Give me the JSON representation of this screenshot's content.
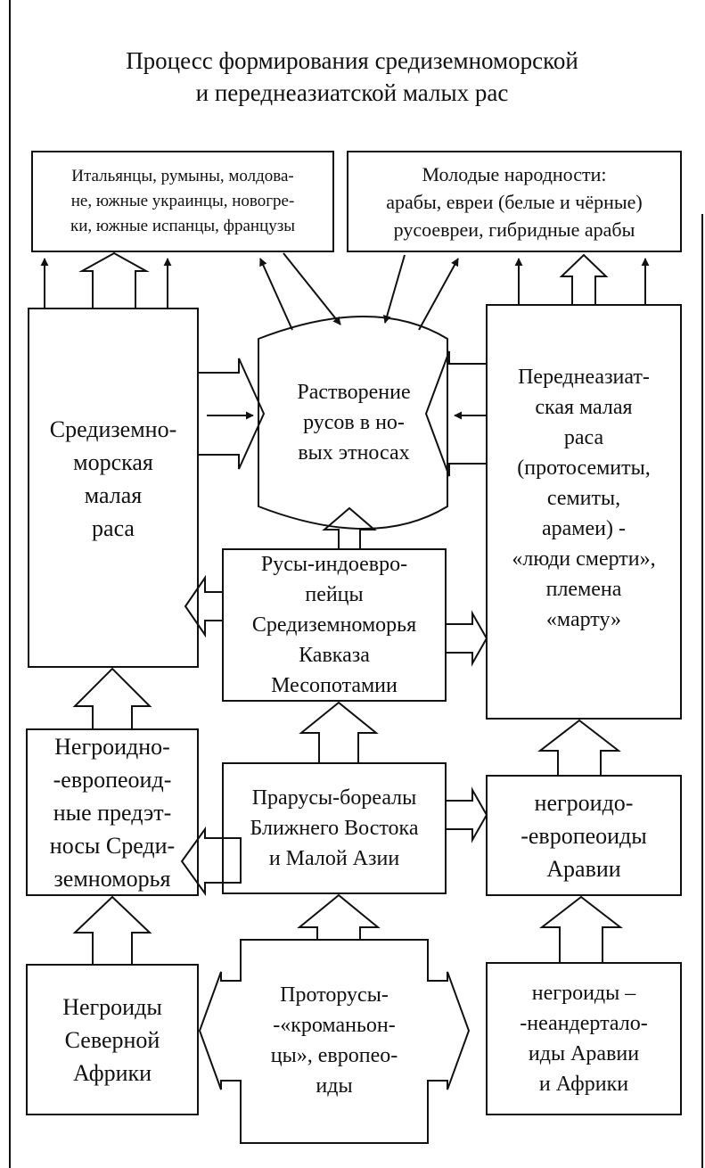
{
  "title": {
    "line1": "Процесс формирования средиземноморской",
    "line2": "и переднеазиатской малых рас"
  },
  "nodes": {
    "peoples_west": "Итальянцы, румыны, молдова-\nне, южные украинцы, новогре-\nки, южные испанцы, французы",
    "peoples_east": "Молодые народности:\nарабы, евреи (белые и чёрные)\nрусоевреи,  гибридные арабы",
    "mediterranean_race": "Средиземно-\nморская\nмалая\nраса",
    "dissolution": "Растворение\nрусов в но-\nвых этносах",
    "near_eastern_race": "Переднеазиат-\nская малая\nраса\n(протосемиты,\nсемиты,\nарамеи) -\n«люди смерти»,\nплемена\n«марту»",
    "rusy_indoeuropeans": "Русы-индоевро-\nпейцы\nСредиземноморья\nКавказа\nМесопотамии",
    "negroid_europeoid_pre_ethnoses": "Негроидно-\n-европеоид-\nные предэт-\nносы Среди-\nземноморья",
    "praruses_boreals": "Прарусы-бореалы\nБлижнего Востока\nи Малой Азии",
    "negroid_europeoids_arabia": "негроидо-\n-европеоиды\nАравии",
    "negroids_north_africa": "Негроиды\nСеверной\nАфрики",
    "protoruses_cromagnons": "Проторусы-\n-«кроманьон-\nцы», европео-\nиды",
    "negroids_neanderthaloids": "негроиды –\n-неандертало-\nиды Аравии\nи Африки"
  }
}
